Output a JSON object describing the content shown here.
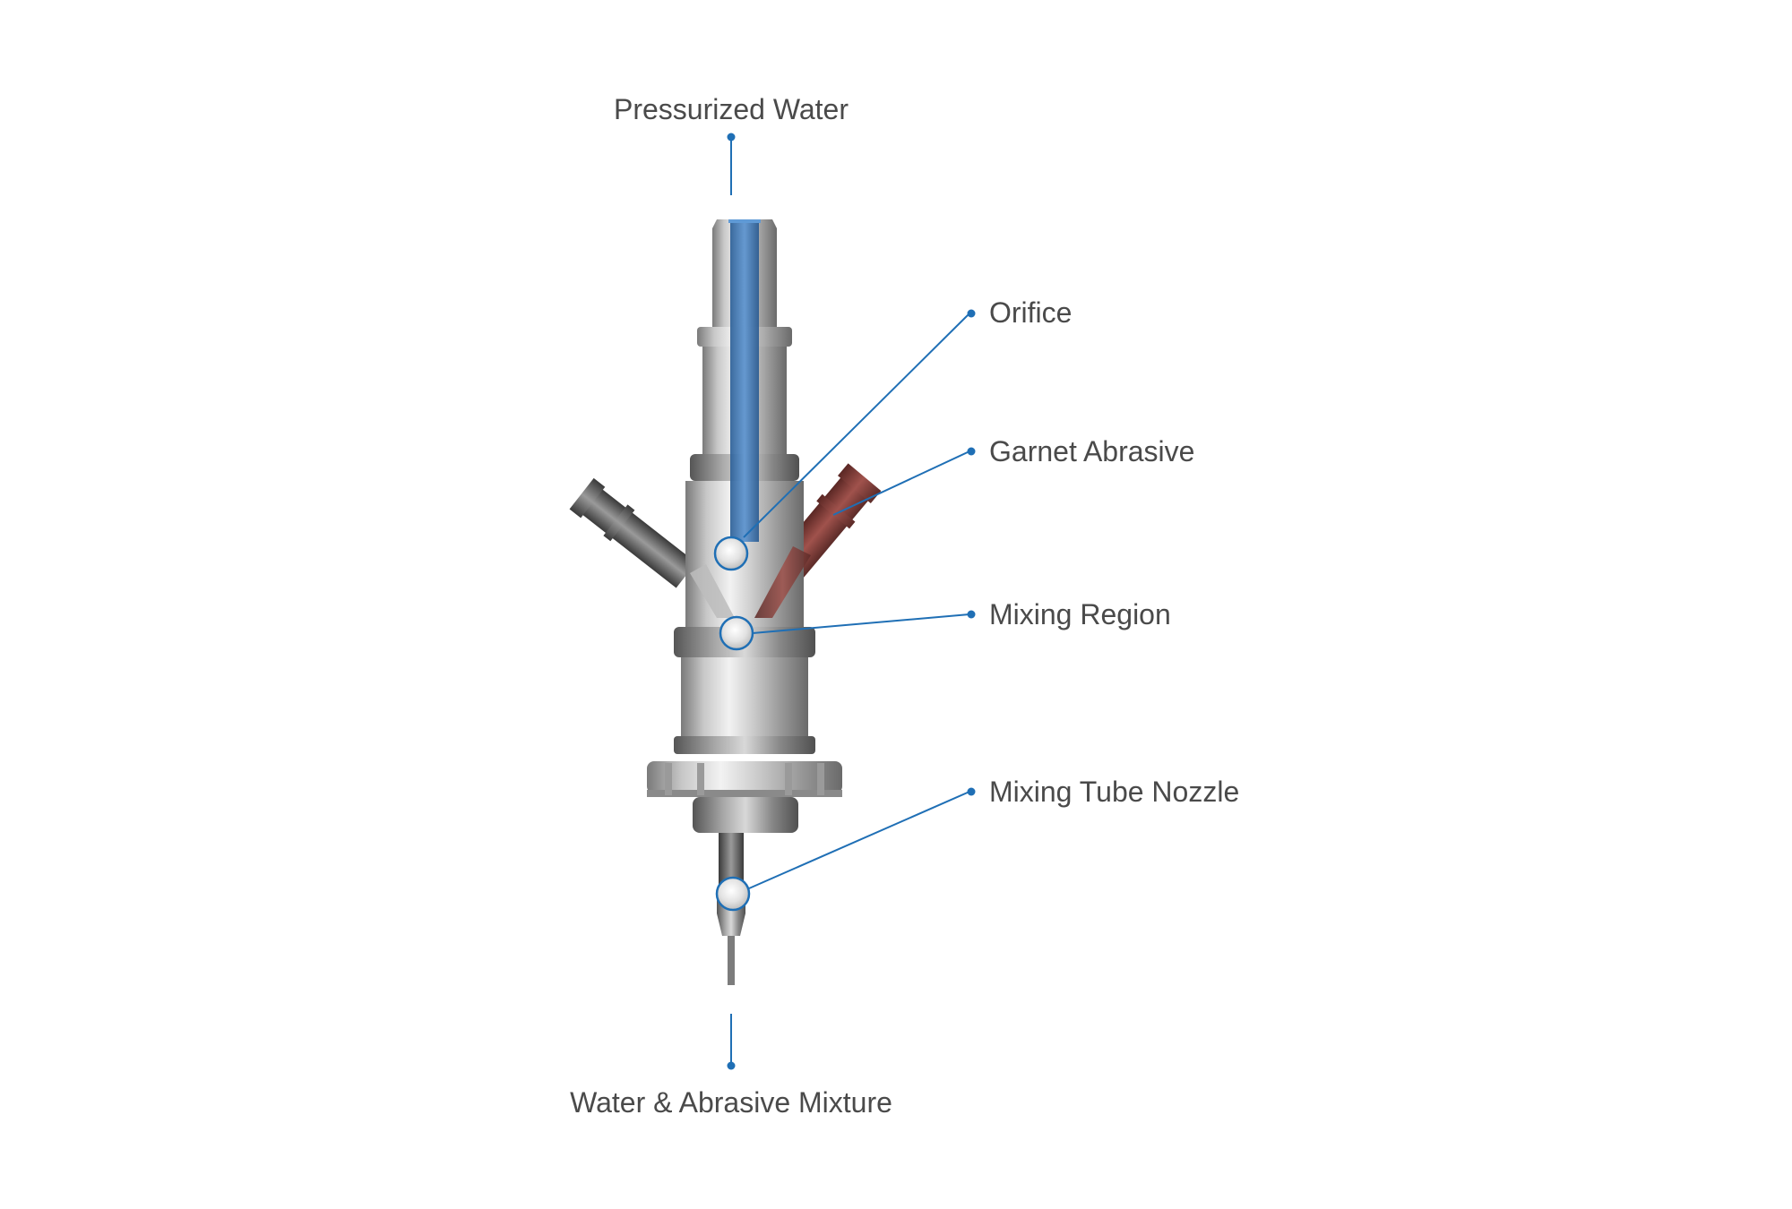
{
  "labels": {
    "top": "Pressurized Water",
    "orifice": "Orifice",
    "garnet": "Garnet Abrasive",
    "mixing_region": "Mixing Region",
    "nozzle": "Mixing Tube Nozzle",
    "bottom": "Water & Abrasive Mixture"
  },
  "colors": {
    "callout": "#1f6fb5",
    "text": "#4a4a4a",
    "water": "#3c78b8",
    "abrasive": "#7a3b38",
    "metal_light": "#e6e6e6",
    "metal_dark": "#6e6e6e"
  },
  "icons": {
    "callout_dot": "dot-icon",
    "callout_ring": "ring-icon"
  }
}
